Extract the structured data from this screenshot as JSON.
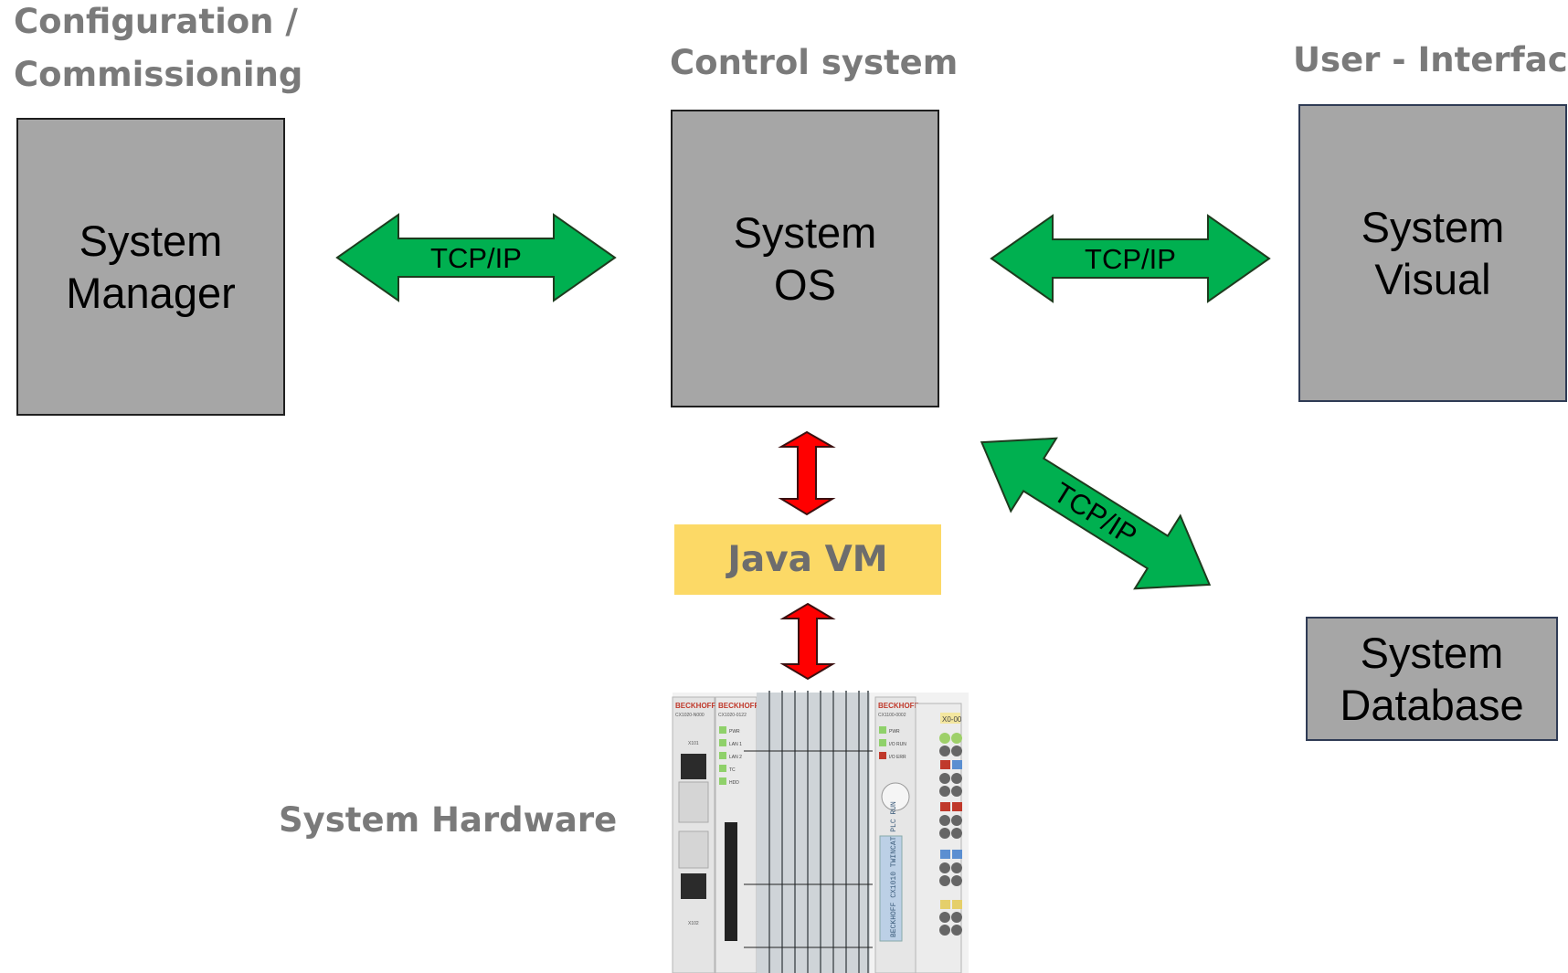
{
  "columns": {
    "config": {
      "line1": "Configuration /",
      "line2": "Commissioning"
    },
    "control": {
      "title": "Control system"
    },
    "ui": {
      "title": "User - Interface"
    }
  },
  "boxes": {
    "manager": {
      "line1": "System",
      "line2": "Manager"
    },
    "os": {
      "line1": "System",
      "line2": "OS"
    },
    "visual": {
      "line1": "System",
      "line2": "Visual"
    },
    "database": {
      "line1": "System",
      "line2": "Database"
    }
  },
  "java_vm": {
    "label": "Java VM"
  },
  "hardware": {
    "title": "System Hardware",
    "brand": "BECKHOFF",
    "module_1": "CX1020-N000",
    "module_2": "CX1020-0122",
    "module_3": "CX1100-0002",
    "module_text": "BECKHOFF CX1010 TWINCAT PLC RUN",
    "port_1": "X101",
    "port_2": "X102",
    "terminal": "X0-00",
    "leds_cpu": [
      "PWR",
      "LAN 1",
      "LAN 2",
      "TC",
      "HDD"
    ],
    "leds_ps": [
      "PWR",
      "I/O RUN",
      "I/O ERR"
    ]
  },
  "connections": {
    "manager_os": "TCP/IP",
    "os_visual": "TCP/IP",
    "os_database": "TCP/IP"
  },
  "colors": {
    "box_fill": "#a6a6a6",
    "tcp_arrow": "#00b050",
    "bus_arrow": "#ff0000",
    "java_vm_fill": "#fcd966",
    "heading_text": "#7a7a7a"
  }
}
